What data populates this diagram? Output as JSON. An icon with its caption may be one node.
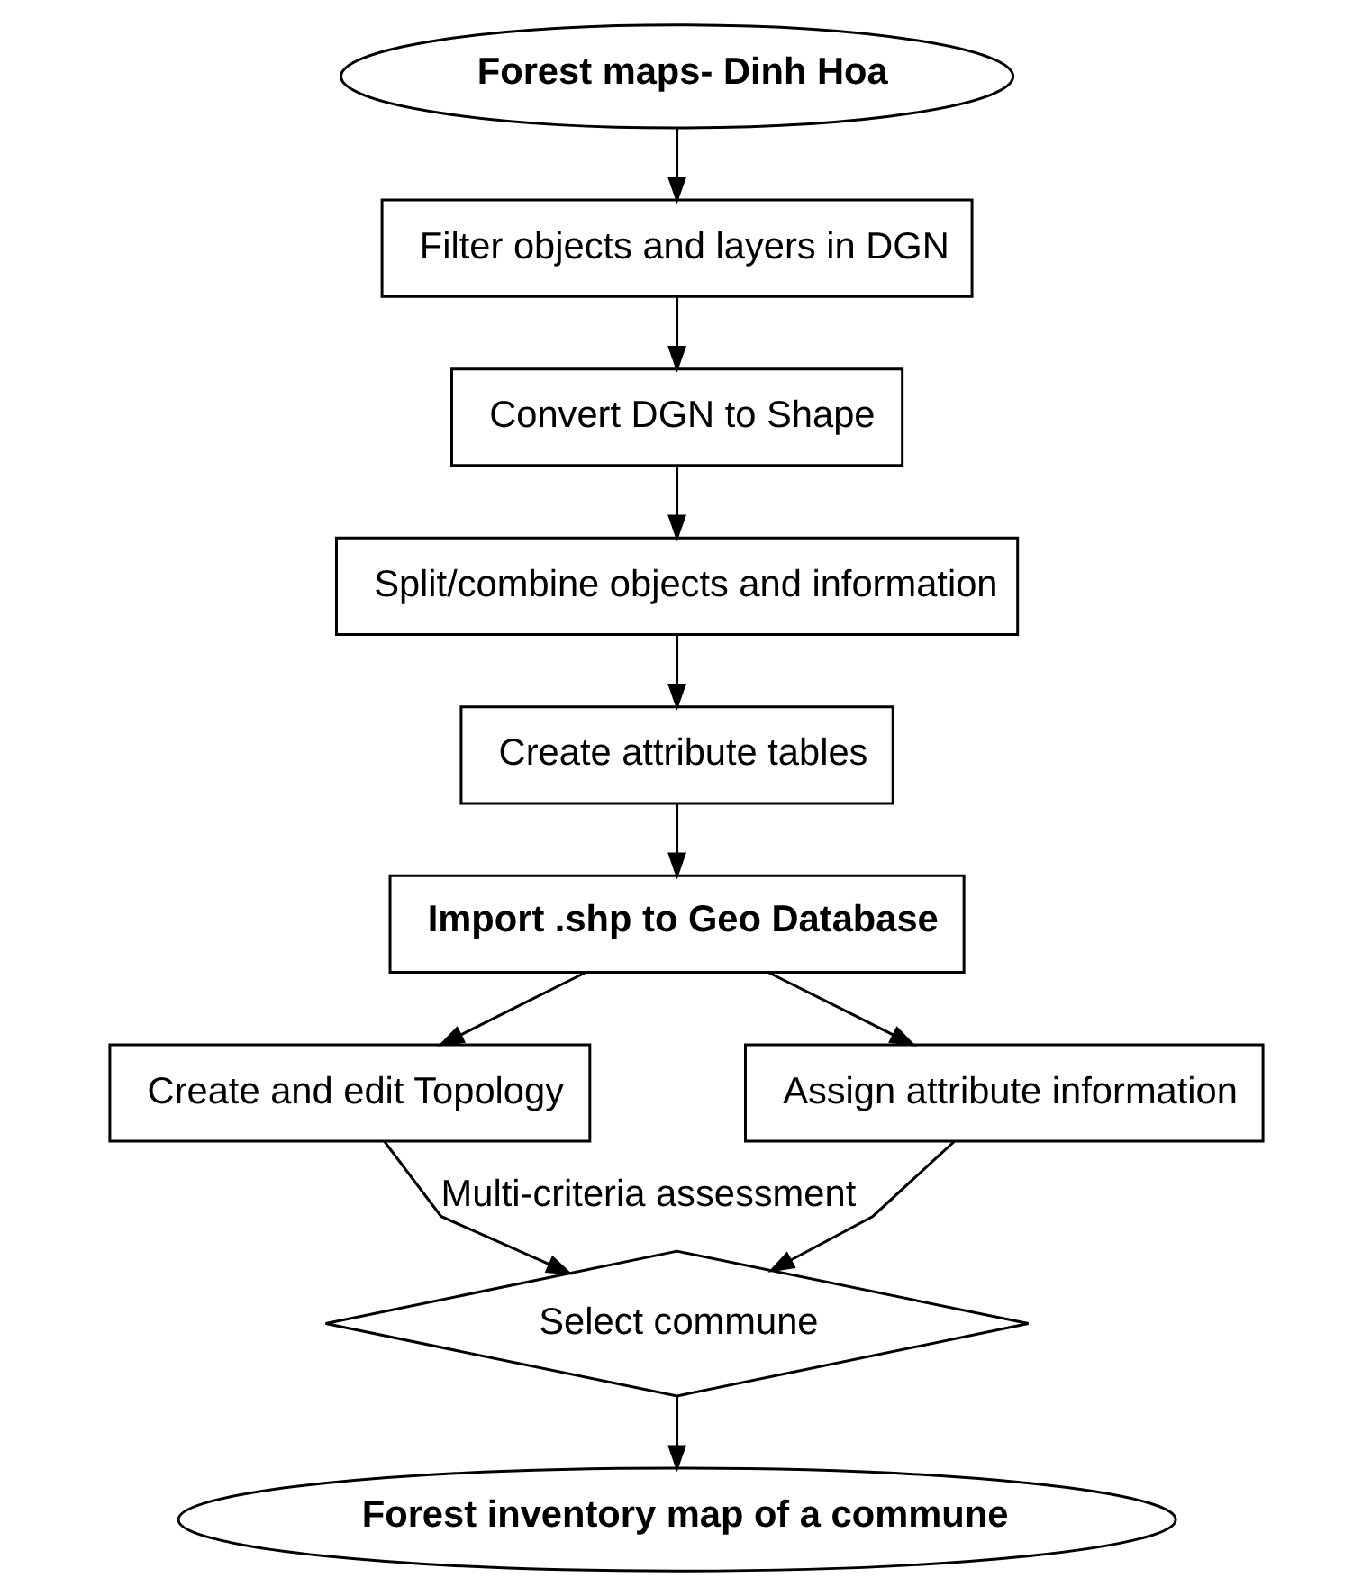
{
  "diagram": {
    "nodes": [
      {
        "text": [
          "Forest maps- Dinh Hoa"
        ]
      },
      {
        "text": [
          "Filter objects and layers in DGN"
        ]
      },
      {
        "text": [
          "Convert DGN to Shape"
        ]
      },
      {
        "text": [
          "Split/combine objects and information"
        ]
      },
      {
        "text": [
          "Create attribute tables"
        ]
      },
      {
        "text": [
          "Import .shp to Geo Database"
        ]
      },
      {
        "text": [
          "Create and edit Topology"
        ]
      },
      {
        "text": [
          "Assign attribute information"
        ]
      },
      {
        "text": [
          "Select commune"
        ]
      },
      {
        "text": [
          "Forest inventory map of a commune"
        ]
      }
    ],
    "edges": [
      {
        "from": 0,
        "to": 1,
        "arrow": "to"
      },
      {
        "from": 1,
        "to": 2,
        "arrow": "to"
      },
      {
        "from": 2,
        "to": 3,
        "arrow": "to"
      },
      {
        "from": 3,
        "to": 4,
        "arrow": "to"
      },
      {
        "from": 4,
        "to": 5,
        "arrow": "to"
      },
      {
        "from": 5,
        "to": 6,
        "arrow": "to"
      },
      {
        "from": 5,
        "to": 7,
        "arrow": "to"
      },
      {
        "from": 6,
        "to": 8,
        "arrow": "to",
        "label": "Multi-criteria assessment"
      },
      {
        "from": 7,
        "to": 8,
        "arrow": "to"
      },
      {
        "from": 8,
        "to": 9,
        "arrow": "to"
      }
    ]
  }
}
